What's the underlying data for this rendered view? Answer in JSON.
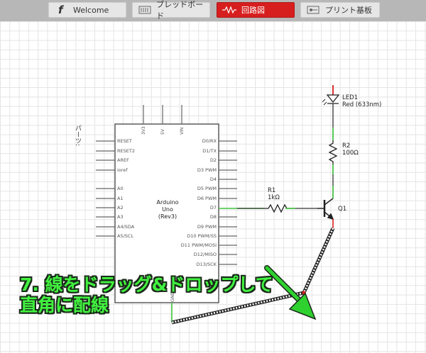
{
  "tabs": [
    {
      "label": "Welcome",
      "icon": "f-logo-icon"
    },
    {
      "label": "ブレッドボード",
      "icon": "breadboard-icon"
    },
    {
      "label": "回路図",
      "icon": "resistor-icon"
    },
    {
      "label": "プリント基板",
      "icon": "pcb-icon"
    }
  ],
  "active_tab": "回路図",
  "sidebar_label": "パーツ:",
  "arduino": {
    "name_lines": [
      "Arduino",
      "Uno",
      "(Rev3)"
    ],
    "top_pins": [
      "3V3",
      "5V",
      "VIN"
    ],
    "left_pins": [
      "RESET",
      "RESET2",
      "AREF",
      "ioref",
      "A0",
      "A1",
      "A2",
      "A3",
      "A4/SDA",
      "A5/SCL"
    ],
    "right_pins": [
      "D0/RX",
      "D1/TX",
      "D2",
      "D3 PWM",
      "D4",
      "D5 PWM",
      "D6 PWM",
      "D7",
      "D8",
      "D9 PWM",
      "D10 PWM/SS",
      "D11 PWM/MOSI",
      "D12/MISO",
      "D13/SCK"
    ],
    "bottom_pin": "GND"
  },
  "components": {
    "led": {
      "ref": "LED1",
      "value": "Red (633nm)"
    },
    "r2": {
      "ref": "R2",
      "value": "100Ω"
    },
    "r1": {
      "ref": "R1",
      "value": "1kΩ"
    },
    "q1": {
      "ref": "Q1"
    }
  },
  "caption": {
    "line1": "7. 線をドラッグ&ドロップして",
    "line2": "直角に配線"
  },
  "colors": {
    "active_tab": "#d71e1e",
    "wire_green": "#3ec43e",
    "caption": "#41f23f",
    "arrow": "#2fd12f"
  }
}
